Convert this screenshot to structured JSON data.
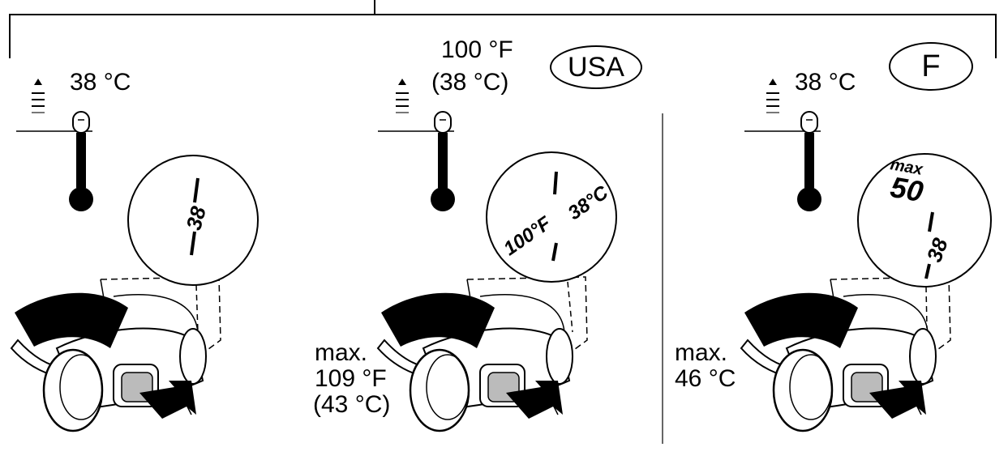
{
  "panels": [
    {
      "temp_label": "38 °C",
      "dial_labels": [
        "38"
      ],
      "max_lines": []
    },
    {
      "temp_label_lines": [
        "100 °F",
        "(38 °C)"
      ],
      "badge": "USA",
      "dial_labels": [
        "100°F",
        "38°C"
      ],
      "max_lines": [
        "max.",
        "109 °F",
        "(43 °C)"
      ]
    },
    {
      "temp_label": "38 °C",
      "badge": "F",
      "dial_labels": [
        "max",
        "50",
        "38"
      ],
      "max_lines": [
        "max.",
        "46 °C"
      ]
    }
  ]
}
